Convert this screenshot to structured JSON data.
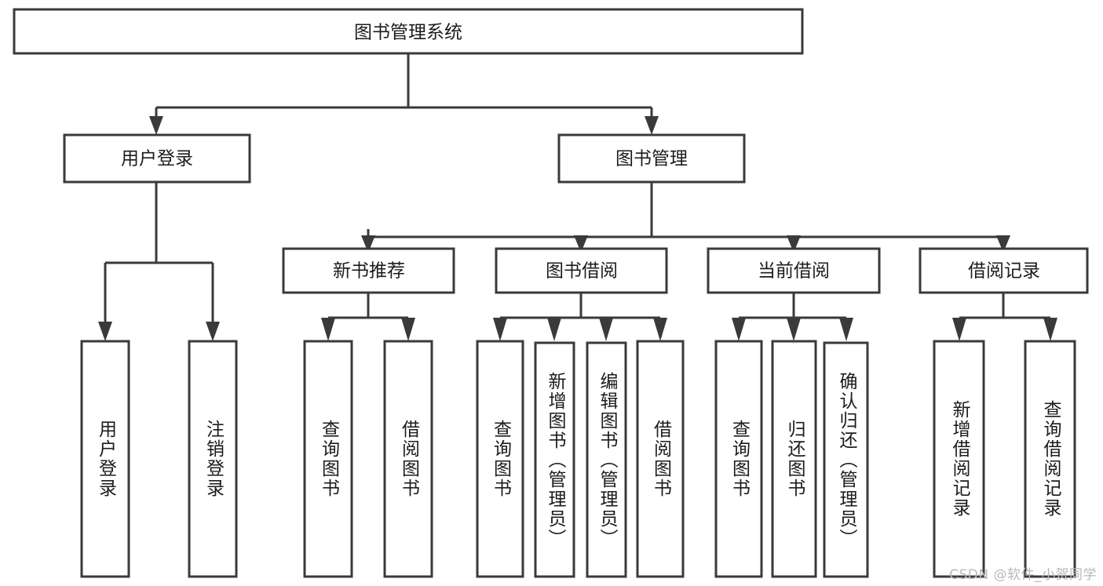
{
  "diagram": {
    "title": "图书管理系统",
    "type": "hierarchy-tree",
    "watermark": "CSDN @软件_小贺同学",
    "colors": {
      "stroke": "#3a3a3a",
      "fill": "#ffffff",
      "text": "#1c1c1c",
      "watermark": "#b9b9b9"
    },
    "root": {
      "label": "图书管理系统"
    },
    "level2": [
      {
        "label": "用户登录"
      },
      {
        "label": "图书管理"
      }
    ],
    "level3": [
      {
        "label": "新书推荐"
      },
      {
        "label": "图书借阅"
      },
      {
        "label": "当前借阅"
      },
      {
        "label": "借阅记录"
      }
    ],
    "leaves": {
      "user_login": [
        {
          "label": "用户登录"
        },
        {
          "label": "注销登录"
        }
      ],
      "new_book_recommend": [
        {
          "label": "查询图书"
        },
        {
          "label": "借阅图书"
        }
      ],
      "book_borrow": [
        {
          "label": "查询图书"
        },
        {
          "label": "新增图书（管理员）"
        },
        {
          "label": "编辑图书（管理员）"
        },
        {
          "label": "借阅图书"
        }
      ],
      "current_borrow": [
        {
          "label": "查询图书"
        },
        {
          "label": "归还图书"
        },
        {
          "label": "确认归还（管理员）"
        }
      ],
      "borrow_records": [
        {
          "label": "新增借阅记录"
        },
        {
          "label": "查询借阅记录"
        }
      ]
    }
  }
}
